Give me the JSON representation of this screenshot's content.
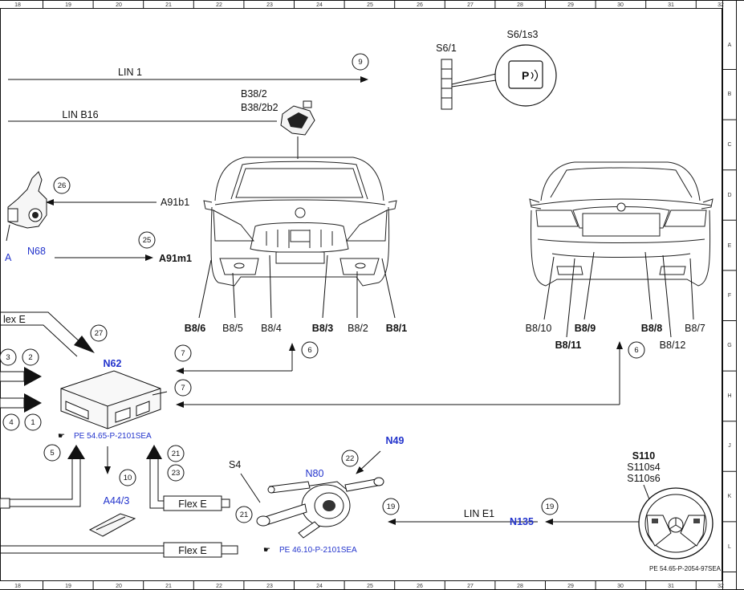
{
  "grid": {
    "columns": [
      "18",
      "19",
      "20",
      "21",
      "22",
      "23",
      "24",
      "25",
      "26",
      "27",
      "28",
      "29",
      "30",
      "31",
      "32"
    ],
    "rows": [
      "A",
      "B",
      "C",
      "D",
      "E",
      "F",
      "G",
      "H",
      "J",
      "K",
      "L"
    ]
  },
  "buses": {
    "lin1": "LIN 1",
    "linb16": "LIN B16",
    "line1": "LIN E1",
    "flexe_top": "lex E",
    "flexe_mid": "Flex E",
    "flexe_bottom": "Flex E"
  },
  "components": {
    "s61": "S6/1",
    "s61s3": "S6/1s3",
    "b382": "B38/2",
    "b382b2": "B38/2b2",
    "a91b1": "A91b1",
    "a91m1": "A91m1",
    "n68": "N68",
    "n68_prefix": "A",
    "n62": "N62",
    "a443": "A44/3",
    "s4": "S4",
    "n80": "N80",
    "n49": "N49",
    "n135": "N135",
    "s110": "S110",
    "s110s4": "S110s4",
    "s110s6": "S110s6",
    "parking_symbol": "P"
  },
  "front_sensors": [
    "B8/6",
    "B8/5",
    "B8/4",
    "B8/3",
    "B8/2",
    "B8/1"
  ],
  "rear_sensors": {
    "b810": "B8/10",
    "b89": "B8/9",
    "b811": "B8/11",
    "b88": "B8/8",
    "b812": "B8/12",
    "b87": "B8/7"
  },
  "callouts": {
    "c9": "9",
    "c26": "26",
    "c25": "25",
    "c27": "27",
    "c3": "3",
    "c2": "2",
    "c4": "4",
    "c1": "1",
    "c7a": "7",
    "c7b": "7",
    "c6a": "6",
    "c6b": "6",
    "c5": "5",
    "c10": "10",
    "c21a": "21",
    "c23": "23",
    "c21b": "21",
    "c22": "22",
    "c19a": "19",
    "c19b": "19"
  },
  "references": {
    "ref_n62": "PE 54.65-P-2101SEA",
    "ref_n80": "PE 46.10-P-2101SEA",
    "doc_id": "PE 54.65-P-2054-97SEA"
  }
}
